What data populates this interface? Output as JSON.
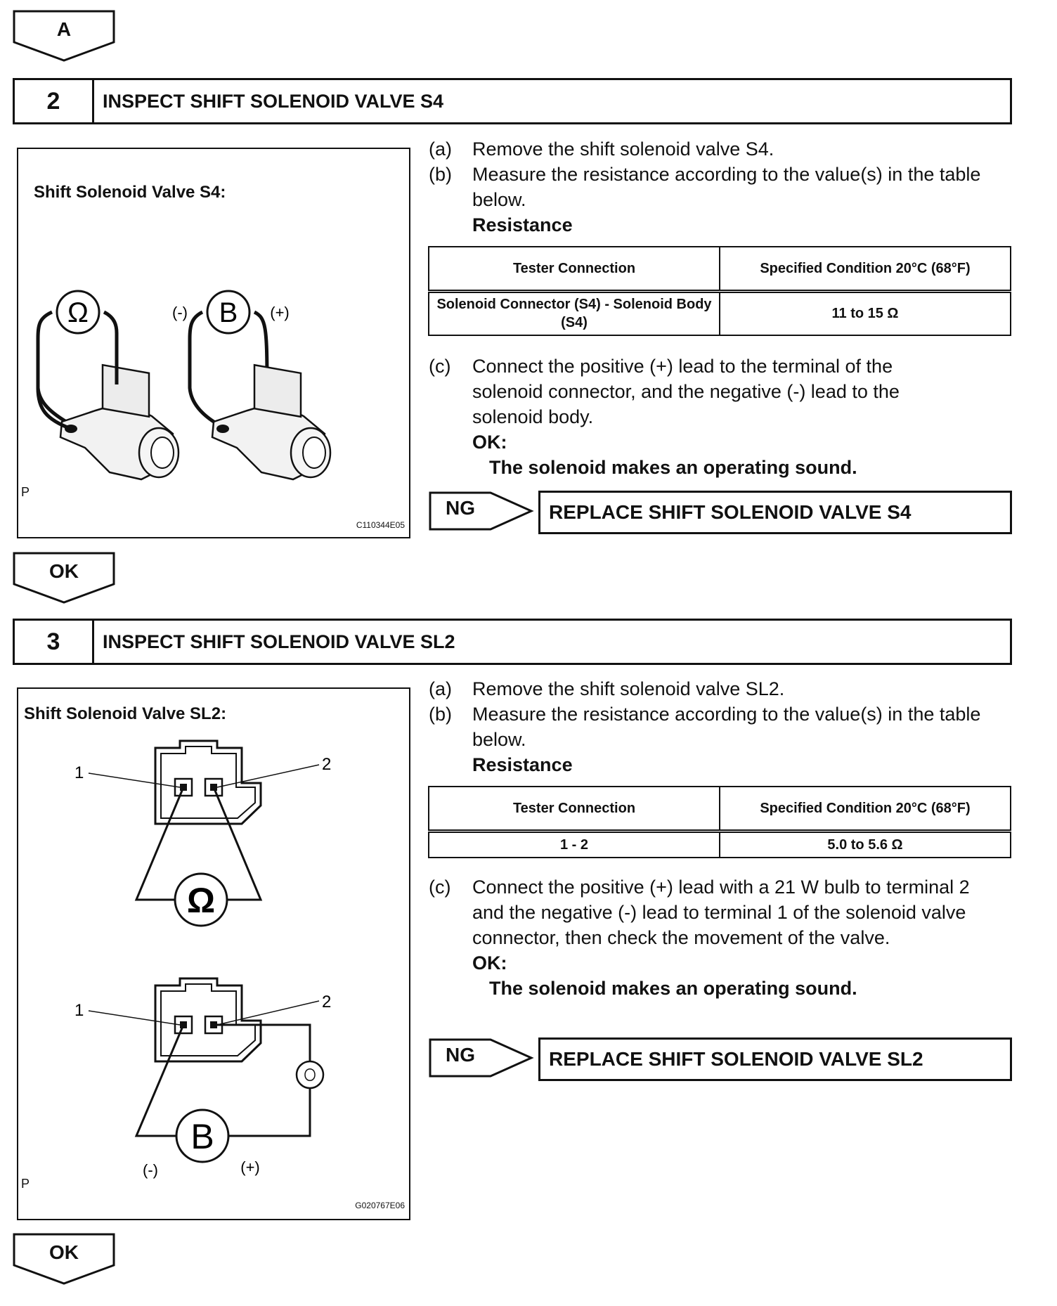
{
  "markers": {
    "a": "A",
    "ok1": "OK",
    "ok2": "OK"
  },
  "step2": {
    "number": "2",
    "title": "INSPECT SHIFT SOLENOID VALVE S4",
    "figure": {
      "title": "Shift Solenoid Valve S4:",
      "ohm_symbol": "Ω",
      "battery_symbol": "B",
      "minus": "(-)",
      "plus": "(+)",
      "corner": "P",
      "code": "C110344E05"
    },
    "steps": [
      {
        "tag": "(a)",
        "text": "Remove the shift solenoid valve S4."
      },
      {
        "tag": "(b)",
        "text": "Measure the resistance according to the value(s) in the table below."
      }
    ],
    "resistance_label": "Resistance",
    "table": {
      "head": [
        "Tester Connection",
        "Specified Condition 20°C (68°F)"
      ],
      "row": [
        "Solenoid Connector (S4) - Solenoid Body (S4)",
        "11 to 15 Ω"
      ]
    },
    "step_c": {
      "tag": "(c)",
      "text": "Connect the positive (+) lead to the terminal of the solenoid connector, and the negative (-) lead to the solenoid body."
    },
    "ok_label": "OK:",
    "ok_text": "The solenoid makes an operating sound.",
    "ng_label": "NG",
    "ng_action": "REPLACE SHIFT SOLENOID VALVE S4"
  },
  "step3": {
    "number": "3",
    "title": "INSPECT SHIFT SOLENOID VALVE SL2",
    "figure": {
      "title": "Shift Solenoid Valve SL2:",
      "term1": "1",
      "term2": "2",
      "ohm_symbol": "Ω",
      "battery_symbol": "B",
      "minus": "(-)",
      "plus": "(+)",
      "corner": "P",
      "code": "G020767E06"
    },
    "steps": [
      {
        "tag": "(a)",
        "text": "Remove the shift solenoid valve SL2."
      },
      {
        "tag": "(b)",
        "text": "Measure the resistance according to the value(s) in the table below."
      }
    ],
    "resistance_label": "Resistance",
    "table": {
      "head": [
        "Tester Connection",
        "Specified Condition 20°C (68°F)"
      ],
      "row": [
        "1 - 2",
        "5.0 to 5.6 Ω"
      ]
    },
    "step_c": {
      "tag": "(c)",
      "text": "Connect the positive (+) lead with a 21 W bulb to terminal 2 and the negative (-) lead to terminal 1 of the solenoid valve connector, then check the movement of the valve."
    },
    "ok_label": "OK:",
    "ok_text": "The solenoid makes an operating sound.",
    "ng_label": "NG",
    "ng_action": "REPLACE SHIFT SOLENOID VALVE SL2"
  }
}
